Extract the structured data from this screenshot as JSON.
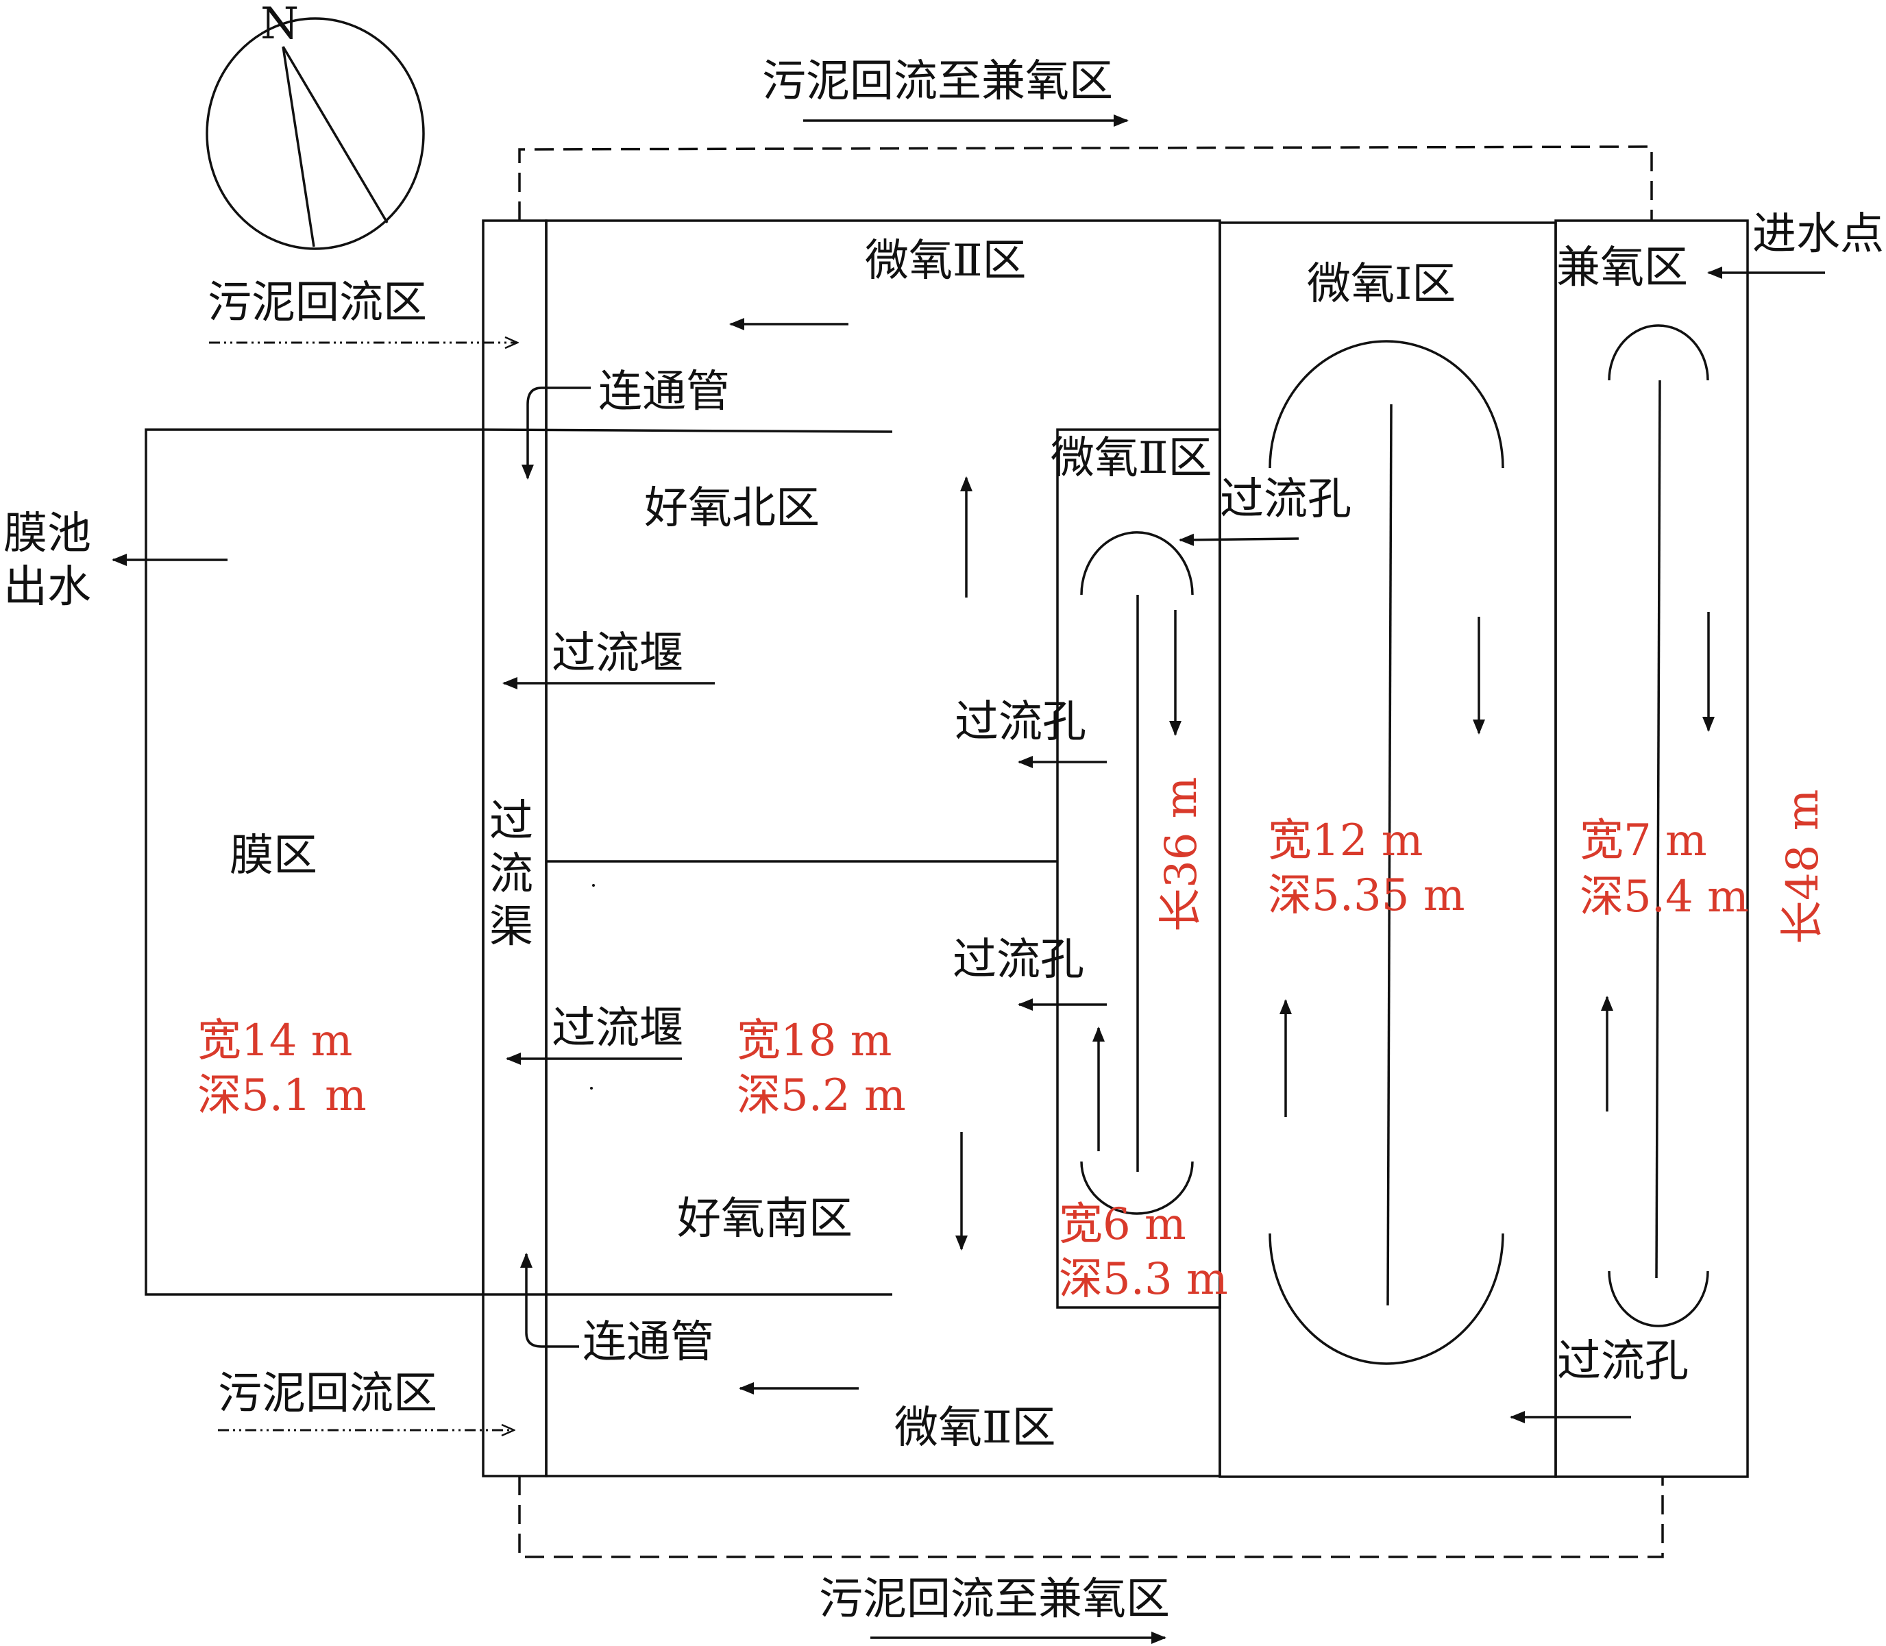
{
  "compass": {
    "north": "N"
  },
  "labels": {
    "sludge_return_top": "污泥回流至兼氧区",
    "sludge_return_bottom": "污泥回流至兼氧区",
    "sludge_return_zone_top": "污泥回流区",
    "sludge_return_zone_bottom": "污泥回流区",
    "micro_oxic_2_top": "微氧Ⅱ区",
    "micro_oxic_2_mid": "微氧Ⅱ区",
    "micro_oxic_2_bottom": "微氧Ⅱ区",
    "micro_oxic_1": "微氧Ⅰ区",
    "anoxic_zone": "兼氧区",
    "inflow_point": "进水点",
    "connecting_pipe_top": "连通管",
    "connecting_pipe_bottom": "连通管",
    "membrane_effluent_line1": "膜池",
    "membrane_effluent_line2": "出水",
    "aerobic_north": "好氧北区",
    "aerobic_south": "好氧南区",
    "weir_top": "过流堰",
    "weir_bottom": "过流堰",
    "orifice_1": "过流孔",
    "orifice_2": "过流孔",
    "orifice_3": "过流孔",
    "orifice_4": "过流孔",
    "membrane_zone": "膜区",
    "channel_char1": "过",
    "channel_char2": "流",
    "channel_char3": "渠"
  },
  "dimensions": {
    "membrane_width": "宽14 m",
    "membrane_depth": "深5.1 m",
    "aerobic_width": "宽18 m",
    "aerobic_depth": "深5.2 m",
    "micro2_width": "宽6 m",
    "micro2_depth": "深5.3 m",
    "micro2_length": "长36 m",
    "micro1_width": "宽12 m",
    "micro1_depth": "深5.35 m",
    "anoxic_width": "宽7 m",
    "anoxic_depth": "深5.4 m",
    "total_length": "长48 m"
  },
  "colors": {
    "line": "#111111",
    "dimension": "#d93a2b",
    "background": "#ffffff"
  }
}
